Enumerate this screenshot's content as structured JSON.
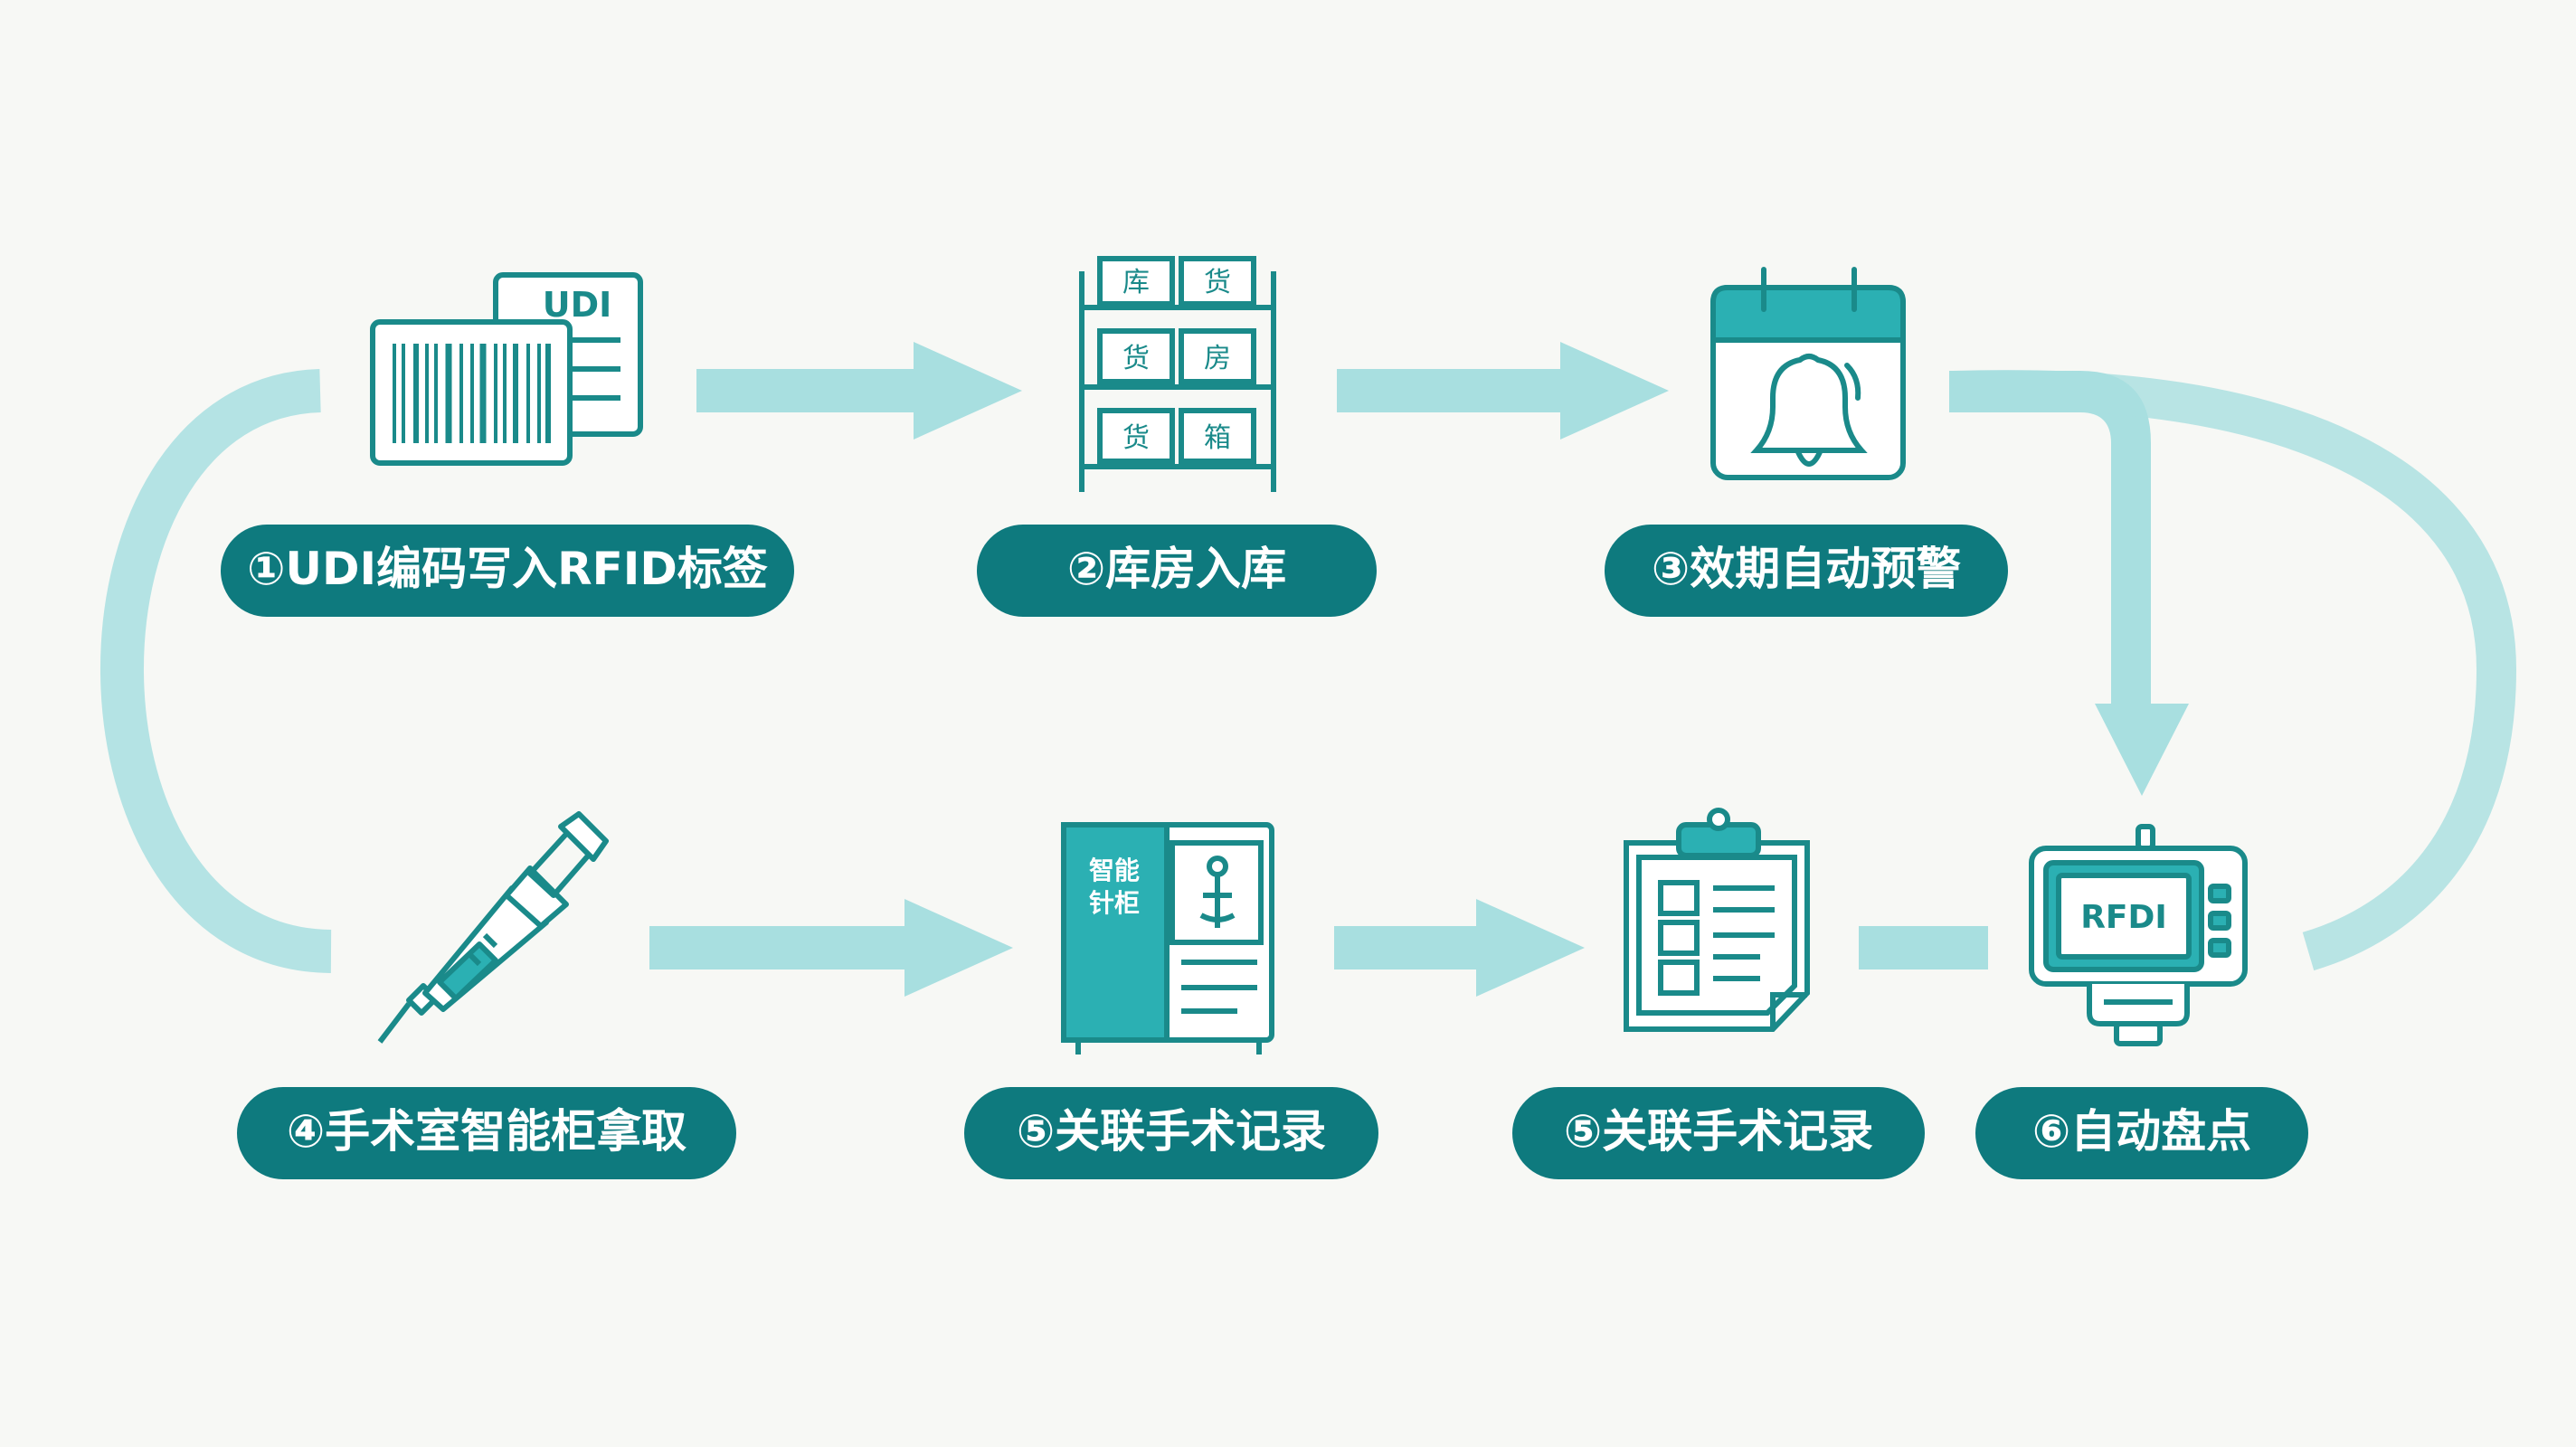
{
  "steps": [
    {
      "id": "udi-rfid",
      "label": "①UDI编码写入RFID标签"
    },
    {
      "id": "warehouse-in",
      "label": "②库房入库"
    },
    {
      "id": "expiry-alert",
      "label": "③效期自动预警"
    },
    {
      "id": "or-cabinet",
      "label": "④手术室智能柜拿取"
    },
    {
      "id": "link-record-a",
      "label": "⑤关联手术记录"
    },
    {
      "id": "link-record-b",
      "label": "⑤关联手术记录"
    },
    {
      "id": "auto-inventory",
      "label": "⑥自动盘点"
    }
  ],
  "icons": {
    "udi_card_text": "UDI",
    "shelf_cells": [
      "库",
      "货",
      "货",
      "房",
      "货",
      "箱"
    ],
    "cabinet_side_text": [
      "智能",
      "针柜"
    ],
    "reader_screen_text": "RFDI"
  },
  "colors": {
    "teal_dark": "#0e7a7e",
    "teal_icon": "#1a8a8a",
    "teal_fill": "#2bb0b3",
    "arrow": "#a8dfe0",
    "background": "#f7f8f5"
  }
}
